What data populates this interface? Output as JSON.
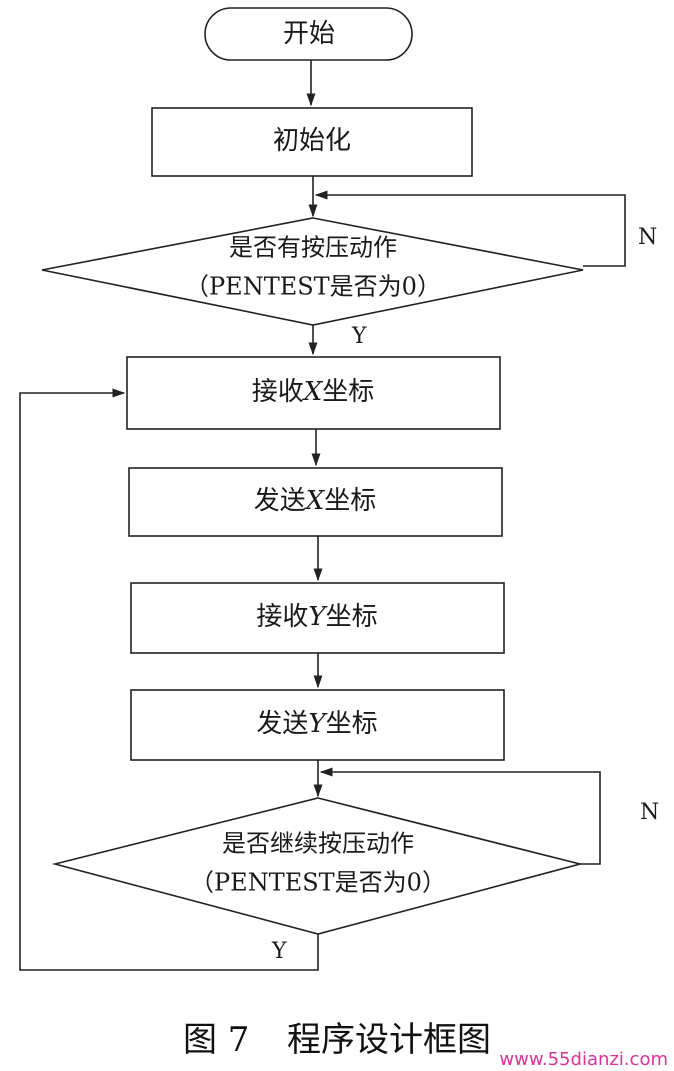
{
  "flowchart": {
    "start": "开始",
    "init": "初始化",
    "decision1": {
      "line1": "是否有按压动作",
      "line2": "（PENTEST是否为0）",
      "yes": "Y",
      "no": "N"
    },
    "recv_x": {
      "prefix": "接收",
      "var": "X",
      "suffix": "坐标"
    },
    "send_x": {
      "prefix": "发送",
      "var": "X",
      "suffix": "坐标"
    },
    "recv_y": {
      "prefix": "接收",
      "var": "Y",
      "suffix": "坐标"
    },
    "send_y": {
      "prefix": "发送",
      "var": "Y",
      "suffix": "坐标"
    },
    "decision2": {
      "line1": "是否继续按压动作",
      "line2": "（PENTEST是否为0）",
      "yes": "Y",
      "no": "N"
    }
  },
  "caption": {
    "figure": "图 7",
    "title": "程序设计框图"
  },
  "watermark": {
    "text": "www.55dianzi.com",
    "color": "#e0309a"
  }
}
